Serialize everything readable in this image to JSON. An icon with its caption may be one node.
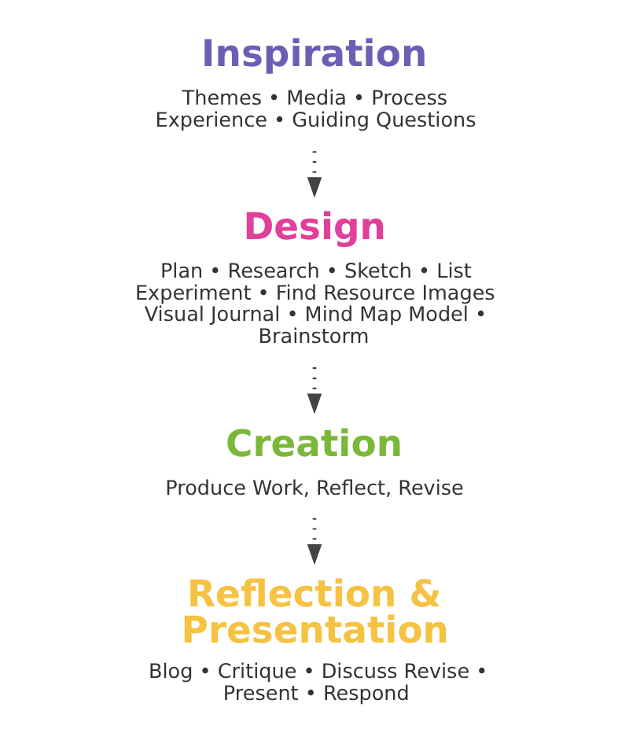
{
  "diagram": {
    "nodes": [
      {
        "text": [
          "Inspiration",
          "Themes • Media • Process Experience • Guiding Questions"
        ]
      },
      {
        "text": [
          "Design",
          "Plan • Research • Sketch • List Experiment • Find Resource Images Visual Journal • Mind Map Model • Brainstorm"
        ]
      },
      {
        "text": [
          "Creation",
          "Produce Work, Reflect, Revise"
        ]
      },
      {
        "text": [
          "Reflection & Presentation",
          "Blog • Critique • Discuss Revise • Present • Respond"
        ]
      }
    ],
    "edges": [
      {
        "from": 0,
        "to": 1,
        "arrow": "to",
        "style": "dashed"
      },
      {
        "from": 1,
        "to": 2,
        "arrow": "to",
        "style": "dashed"
      },
      {
        "from": 2,
        "to": 3,
        "arrow": "to",
        "style": "dashed"
      }
    ]
  }
}
